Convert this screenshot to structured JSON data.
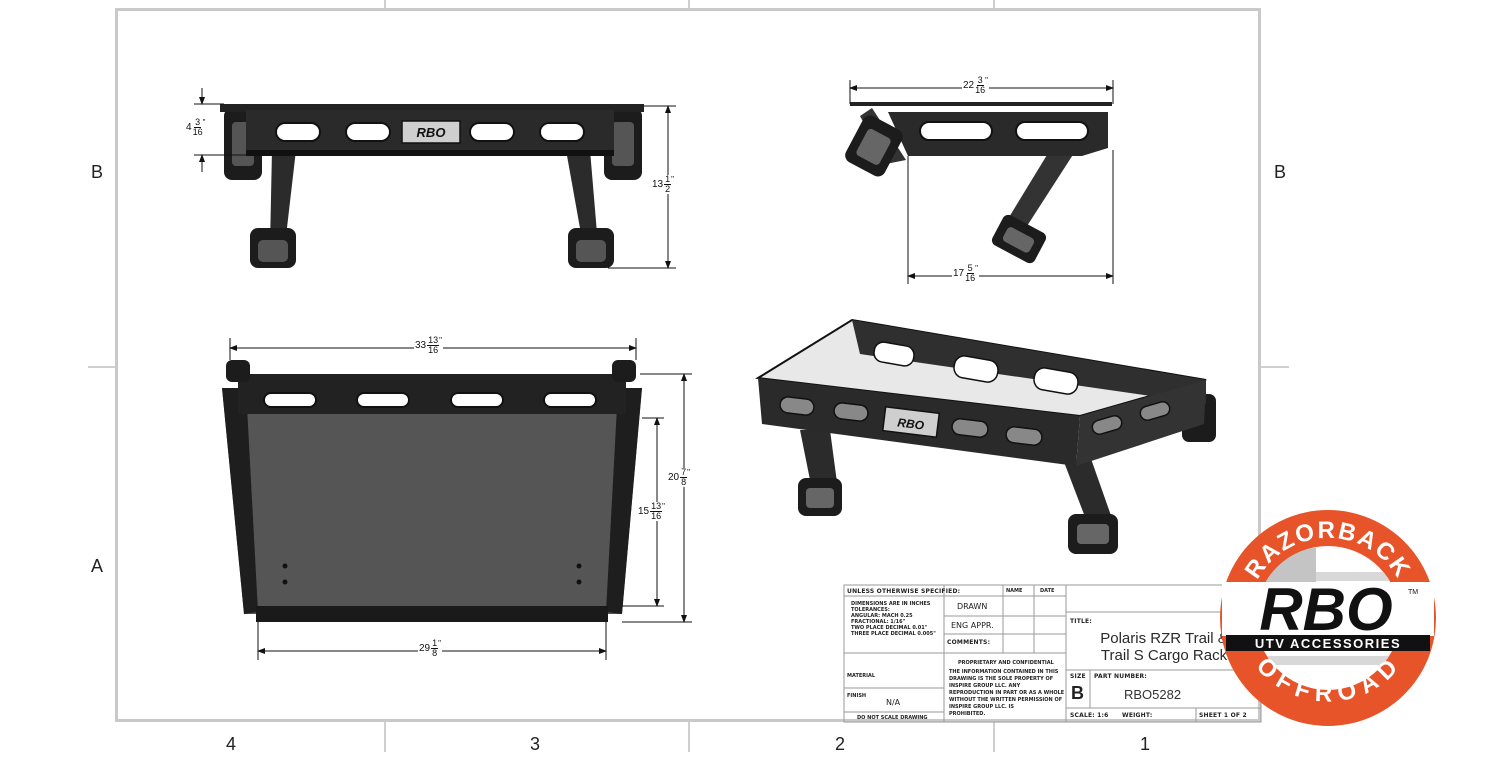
{
  "zones": {
    "top": [
      "4",
      "3",
      "2",
      "1"
    ],
    "rows_left": [
      "B",
      "A"
    ],
    "rows_right": [
      "B"
    ]
  },
  "dimensions": {
    "front_height": {
      "whole": "4",
      "num": "3",
      "den": "16",
      "unit": "\""
    },
    "front_overall_height": {
      "whole": "13",
      "num": "1",
      "den": "2",
      "unit": "\""
    },
    "side_top_width": {
      "whole": "22",
      "num": "3",
      "den": "16",
      "unit": "\""
    },
    "side_base_width": {
      "whole": "17",
      "num": "5",
      "den": "16",
      "unit": "\""
    },
    "top_overall_width": {
      "whole": "33",
      "num": "13",
      "den": "16",
      "unit": "\""
    },
    "top_overall_depth": {
      "whole": "20",
      "num": "7",
      "den": "8",
      "unit": "\""
    },
    "top_inner_depth": {
      "whole": "15",
      "num": "13",
      "den": "16",
      "unit": "\""
    },
    "top_bottom_width": {
      "whole": "29",
      "num": "1",
      "den": "8",
      "unit": "\""
    }
  },
  "title_block": {
    "unless": "UNLESS OTHERWISE SPECIFIED:",
    "name": "NAME",
    "date": "DATE",
    "dims_lines": [
      "DIMENSIONS ARE IN INCHES",
      "TOLERANCES:",
      "ANGULAR: MACH  0.25",
      "FRACTIONAL: 1/16\"",
      "TWO PLACE DECIMAL  0.01\"",
      "THREE PLACE DECIMAL  0.005\""
    ],
    "drawn": "DRAWN",
    "eng_appr": "ENG APPR.",
    "comments": "COMMENTS:",
    "proprietary_title": "PROPRIETARY AND CONFIDENTIAL",
    "proprietary_lines": [
      "THE INFORMATION CONTAINED IN THIS",
      "DRAWING IS THE SOLE PROPERTY OF",
      "INSPIRE GROUP LLC. ANY",
      "REPRODUCTION IN PART OR AS A WHOLE",
      "WITHOUT THE WRITTEN PERMISSION OF",
      "INSPIRE GROUP LLC. IS",
      "PROHIBITED."
    ],
    "material": "MATERIAL",
    "finish": "FINISH",
    "finish_value": "N/A",
    "do_not_scale": "DO NOT SCALE DRAWING",
    "title_label": "TITLE:",
    "title_line1": "Polaris RZR Trail &",
    "title_line2": "Trail S Cargo Rack",
    "size_label": "SIZE",
    "size_value": "B",
    "part_label": "PART NUMBER:",
    "part_value": "RBO5282",
    "scale": "SCALE: 1:6",
    "weight": "WEIGHT:",
    "sheet": "SHEET 1 OF 2"
  },
  "logo": {
    "top_arc": "RAZORBACK",
    "main": "RBO",
    "tm": "TM",
    "sub": "UTV ACCESSORIES",
    "bottom_arc": "OFFROAD",
    "colors": {
      "ring": "#e8542a",
      "inner": "#ffffff",
      "text": "#111111"
    }
  }
}
